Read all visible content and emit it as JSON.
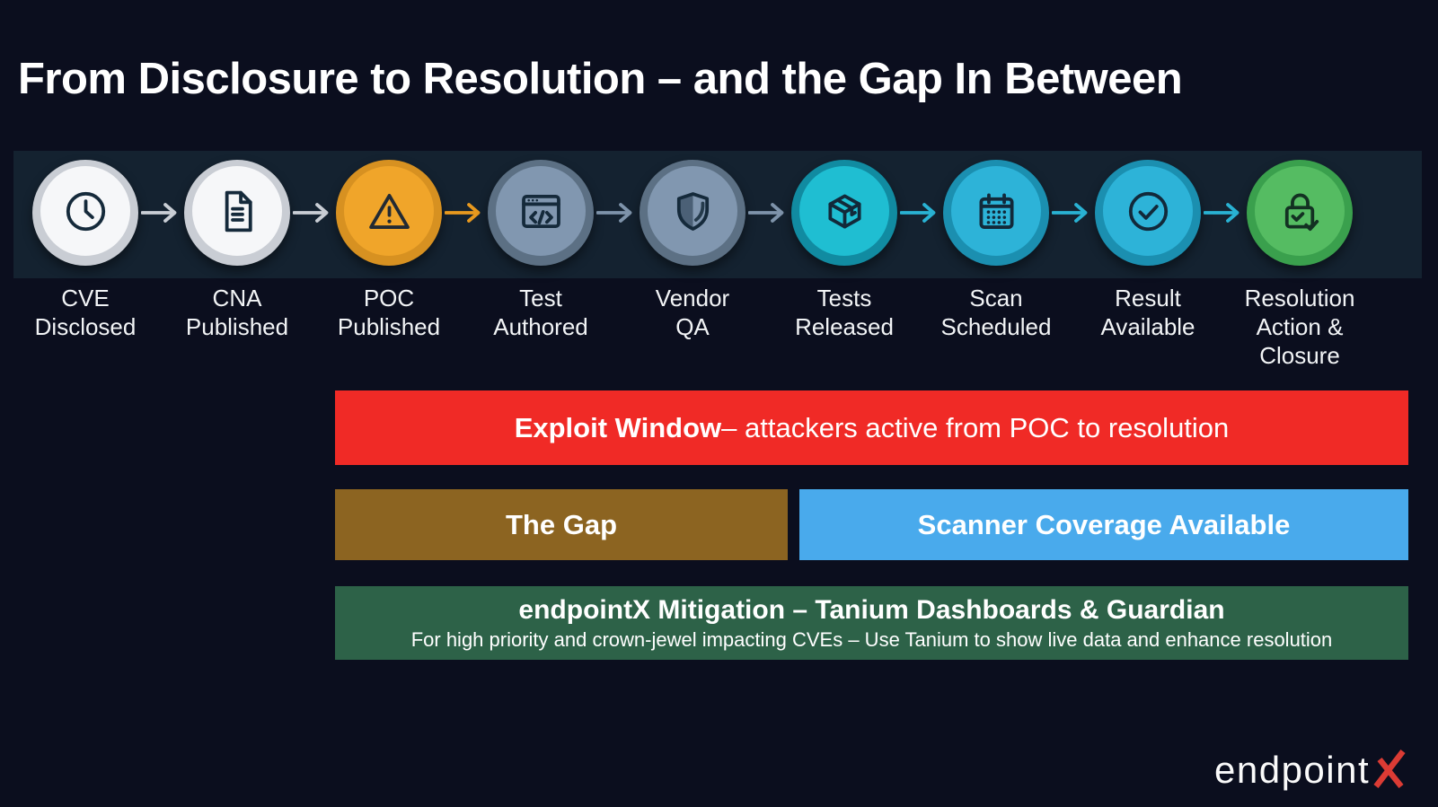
{
  "slide": {
    "title": "From Disclosure to Resolution – and the Gap In Between",
    "background": "#0b0e1e",
    "band_background": "#142230"
  },
  "pipeline": {
    "stages": [
      {
        "label_lines": [
          "CVE",
          "Disclosed"
        ],
        "icon": "clock-icon",
        "ring": "#c9cdd4",
        "fill": "#f6f7f9",
        "glyph": "#152a3b",
        "arrow_after": "#c9ced5"
      },
      {
        "label_lines": [
          "CNA",
          "Published"
        ],
        "icon": "document-icon",
        "ring": "#c9cdd4",
        "fill": "#f6f7f9",
        "glyph": "#152a3b",
        "arrow_after": "#c9ced5"
      },
      {
        "label_lines": [
          "POC",
          "Published"
        ],
        "icon": "warning-icon",
        "ring": "#d79121",
        "fill": "#f0a52a",
        "glyph": "#222a33",
        "arrow_after": "#e8991e"
      },
      {
        "label_lines": [
          "Test",
          "Authored"
        ],
        "icon": "code-window-icon",
        "ring": "#5c7084",
        "fill": "#8197b0",
        "glyph": "#152a3b",
        "arrow_after": "#7e93aa"
      },
      {
        "label_lines": [
          "Vendor",
          "QA"
        ],
        "icon": "shield-icon",
        "ring": "#5c7084",
        "fill": "#8197b0",
        "glyph": "#152a3b",
        "arrow_after": "#7e93aa"
      },
      {
        "label_lines": [
          "Tests",
          "Released"
        ],
        "icon": "package-icon",
        "ring": "#118ba1",
        "fill": "#1fbed2",
        "glyph": "#12293a",
        "arrow_after": "#29b2d3"
      },
      {
        "label_lines": [
          "Scan",
          "Scheduled"
        ],
        "icon": "calendar-icon",
        "ring": "#1b8fb0",
        "fill": "#2db3d8",
        "glyph": "#12293a",
        "arrow_after": "#29b2d3"
      },
      {
        "label_lines": [
          "Result",
          "Available"
        ],
        "icon": "check-circle-icon",
        "ring": "#1b8fb0",
        "fill": "#2db3d8",
        "glyph": "#12293a",
        "arrow_after": "#29b2d3"
      },
      {
        "label_lines": [
          "Resolution",
          "Action &",
          "Closure"
        ],
        "icon": "lock-check-icon",
        "ring": "#3aa04d",
        "fill": "#55bc62",
        "glyph": "#133122",
        "arrow_after": null
      }
    ]
  },
  "bars": {
    "exploit": {
      "bold": "Exploit Window",
      "rest": " – attackers active from POC to resolution",
      "color": "#f02a26"
    },
    "gap": {
      "label": "The Gap",
      "color": "#8c6421"
    },
    "scanner": {
      "label": "Scanner Coverage Available",
      "color": "#49aaec"
    },
    "mitigation": {
      "title": "endpointX Mitigation – Tanium Dashboards & Guardian",
      "subtitle": "For high priority and crown-jewel impacting CVEs – Use Tanium to show live data and enhance resolution",
      "color": "#2d6248"
    }
  },
  "logo": {
    "text": "endpoint",
    "mark": "X",
    "mark_color": "#db3b34"
  }
}
